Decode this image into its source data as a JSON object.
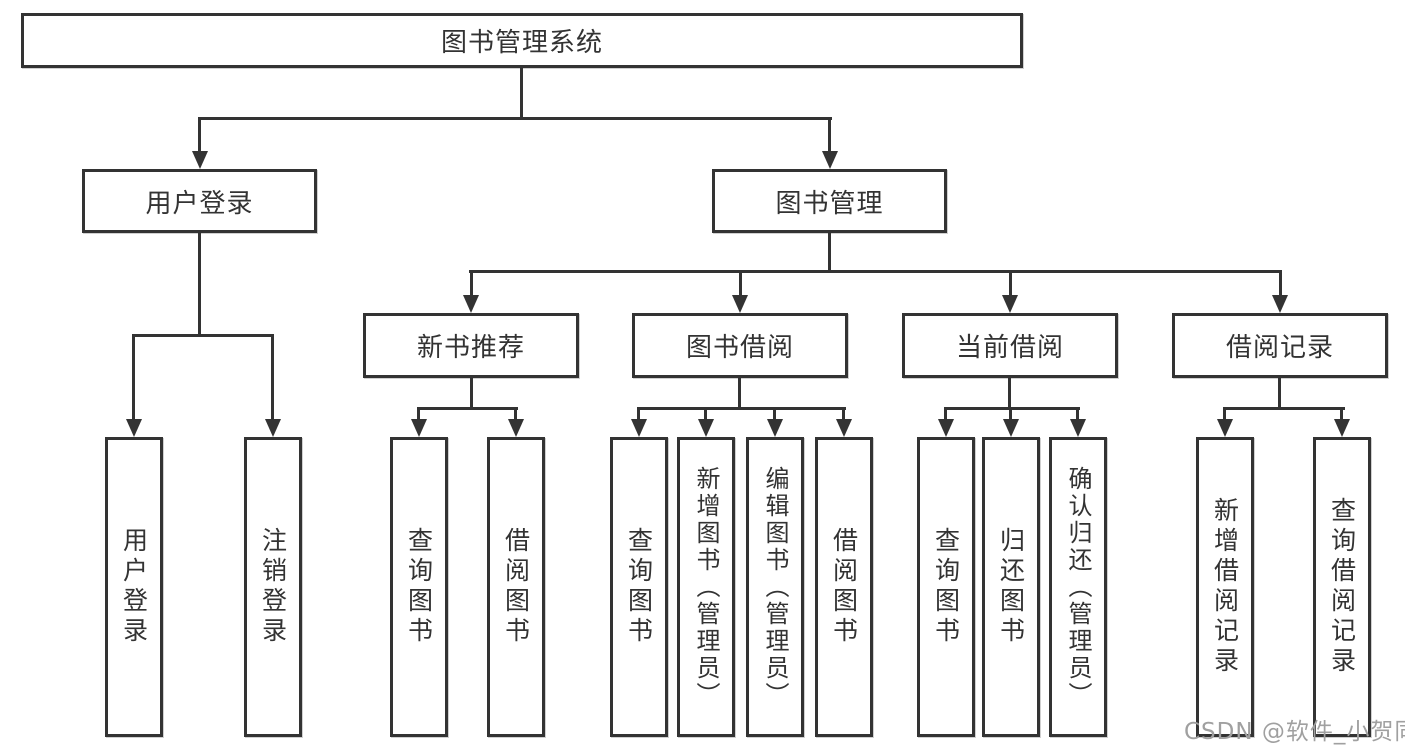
{
  "tree": {
    "label": "图书管理系统",
    "children": [
      {
        "label": "用户登录",
        "children": [
          {
            "label": "用户登录"
          },
          {
            "label": "注销登录"
          }
        ]
      },
      {
        "label": "图书管理",
        "children": [
          {
            "label": "新书推荐",
            "children": [
              {
                "label": "查询图书"
              },
              {
                "label": "借阅图书"
              }
            ]
          },
          {
            "label": "图书借阅",
            "children": [
              {
                "label": "查询图书"
              },
              {
                "label": "新增图书（管理员）"
              },
              {
                "label": "编辑图书（管理员）"
              },
              {
                "label": "借阅图书"
              }
            ]
          },
          {
            "label": "当前借阅",
            "children": [
              {
                "label": "查询图书"
              },
              {
                "label": "归还图书"
              },
              {
                "label": "确认归还（管理员）"
              }
            ]
          },
          {
            "label": "借阅记录",
            "children": [
              {
                "label": "新增借阅记录"
              },
              {
                "label": "查询借阅记录"
              }
            ]
          }
        ]
      }
    ]
  },
  "watermark": {
    "text": "CSDN @软件_小贺同学"
  },
  "colors": {
    "line": "#333333",
    "box_border": "#333333",
    "box_fill": "#ffffff",
    "text": "#333333",
    "watermark": "#a0a0a0",
    "background": "#ffffff"
  }
}
